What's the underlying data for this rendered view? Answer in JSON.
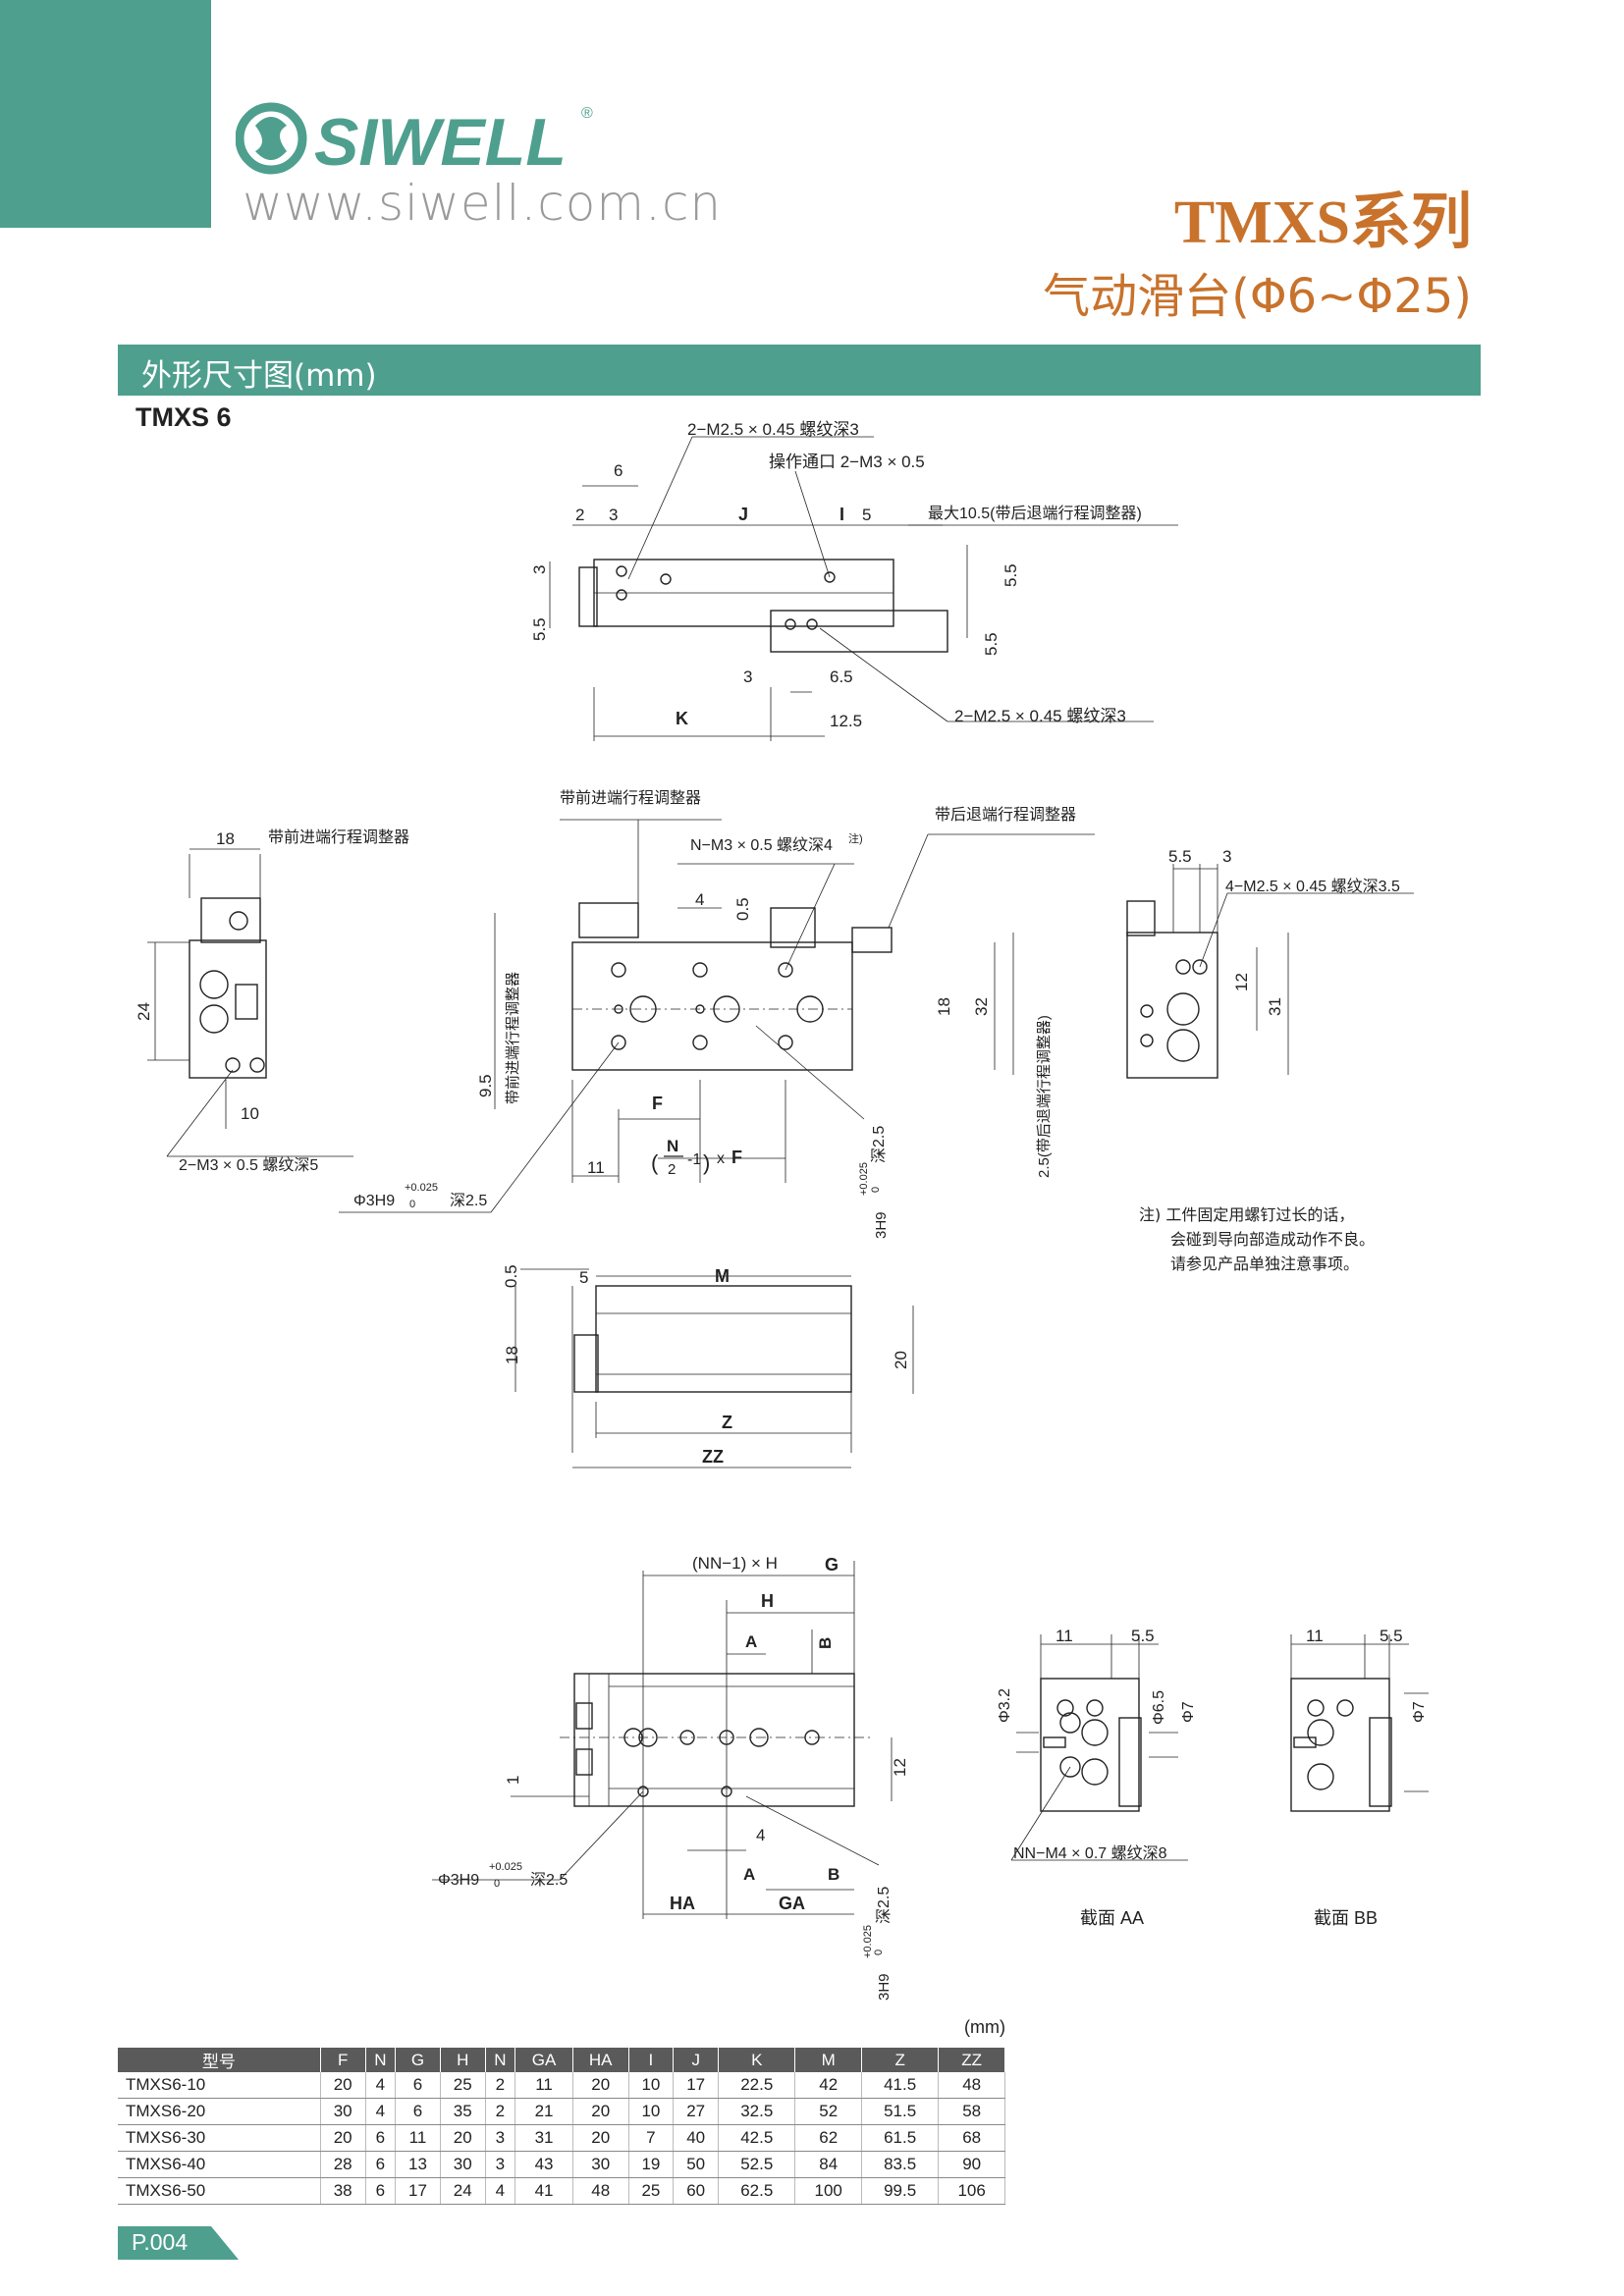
{
  "header": {
    "brand": "SIWELL",
    "registered": "®",
    "website": "www.siwell.com.cn",
    "series_title": "TMXS系列",
    "series_subtitle": "气动滑台(Φ6~Φ25)"
  },
  "section": {
    "title": "外形尺寸图(mm)",
    "model": "TMXS 6"
  },
  "drawing_labels": {
    "top_thread": "2−M2.5 × 0.45 螺纹深3",
    "port": "操作通口 2−M3 × 0.5",
    "max_stroke": "最大10.5(带后退端行程调整器)",
    "bottom_thread": "2−M2.5 × 0.45 螺纹深3",
    "dim_6": "6",
    "dim_2": "2",
    "dim_3": "3",
    "dim_J": "J",
    "dim_I": "I",
    "dim_5": "5",
    "dim_5_5": "5.5",
    "dim_6_5": "6.5",
    "dim_12_5": "12.5",
    "dim_K": "K",
    "front_adjuster": "带前进端行程调整器",
    "rear_adjuster": "带后退端行程调整器",
    "n_thread": "N−M3 × 0.5 螺纹深4",
    "note_mark": "注)",
    "dim_18": "18",
    "dim_24": "24",
    "dim_10": "10",
    "dim_4": "4",
    "dim_0_5": "0.5",
    "dim_32": "32",
    "dim_9_5": "9.5",
    "dim_F": "F",
    "dim_11": "11",
    "dim_2_5": "2.5",
    "side_thread": "2−M3 × 0.5 螺纹深5",
    "phi_hole": "Φ3H9",
    "tol_upper": "+0.025",
    "tol_lower": "0",
    "depth": "深2.5",
    "hole_3h9": "3H9",
    "front_adjuster_v": "带前进端行程调整器",
    "rear_adjuster_v": "2.5(带后退端行程调整器)",
    "four_thread": "4−M2.5 × 0.45 螺纹深3.5",
    "dim_12": "12",
    "dim_31": "31",
    "dim_M": "M",
    "dim_20": "20",
    "dim_Z": "Z",
    "dim_ZZ": "ZZ",
    "dim_NN_H": "(NN−1) × H",
    "dim_G": "G",
    "dim_H": "H",
    "dim_A": "A",
    "dim_B": "B",
    "dim_1": "1",
    "dim_HA": "HA",
    "dim_GA": "GA",
    "dim_phi_3_2": "Φ3.2",
    "dim_phi_6_5": "Φ6.5",
    "dim_phi_7": "Φ7",
    "nn_thread": "NN−M4 × 0.7 螺纹深8",
    "section_aa": "截面 AA",
    "section_bb": "截面 BB"
  },
  "note": [
    "注) 工件固定用螺钉过长的话，",
    "会碰到导向部造成动作不良。",
    "请参见产品单独注意事项。"
  ],
  "table": {
    "unit": "(mm)",
    "headers": [
      "型号",
      "F",
      "N",
      "G",
      "H",
      "N",
      "GA",
      "HA",
      "I",
      "J",
      "K",
      "M",
      "Z",
      "ZZ"
    ],
    "rows": [
      [
        "TMXS6-10",
        "20",
        "4",
        "6",
        "25",
        "2",
        "11",
        "20",
        "10",
        "17",
        "22.5",
        "42",
        "41.5",
        "48"
      ],
      [
        "TMXS6-20",
        "30",
        "4",
        "6",
        "35",
        "2",
        "21",
        "20",
        "10",
        "27",
        "32.5",
        "52",
        "51.5",
        "58"
      ],
      [
        "TMXS6-30",
        "20",
        "6",
        "11",
        "20",
        "3",
        "31",
        "20",
        "7",
        "40",
        "42.5",
        "62",
        "61.5",
        "68"
      ],
      [
        "TMXS6-40",
        "28",
        "6",
        "13",
        "30",
        "3",
        "43",
        "30",
        "19",
        "50",
        "52.5",
        "84",
        "83.5",
        "90"
      ],
      [
        "TMXS6-50",
        "38",
        "6",
        "17",
        "24",
        "4",
        "41",
        "48",
        "25",
        "60",
        "62.5",
        "100",
        "99.5",
        "106"
      ]
    ]
  },
  "footer": {
    "page": "P.004"
  },
  "colors": {
    "teal": "#4e9f8e",
    "orange": "#c8722c",
    "table_header": "#5a5a5a"
  }
}
